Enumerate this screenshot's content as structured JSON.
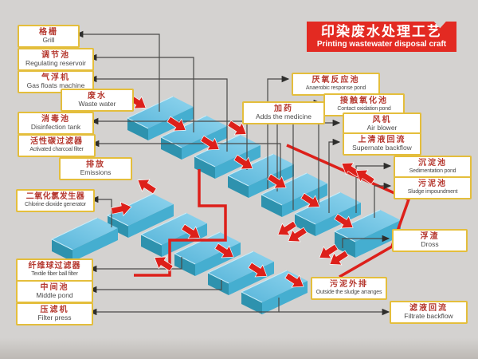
{
  "title": {
    "zh": "印染废水处理工艺",
    "en": "Printing wastewater disposal craft"
  },
  "labels": {
    "grill": {
      "zh": "格栅",
      "en": "Grill"
    },
    "regulating": {
      "zh": "调节池",
      "en": "Regulating reservoir"
    },
    "gasfloats": {
      "zh": "气浮机",
      "en": "Gas floats machine"
    },
    "wastewater": {
      "zh": "废水",
      "en": "Waste water"
    },
    "disinfection": {
      "zh": "消毒池",
      "en": "Disinfection tank"
    },
    "charcoal": {
      "zh": "活性碳过滤器",
      "en": "Activated charcoal filter"
    },
    "emissions": {
      "zh": "排放",
      "en": "Emissions"
    },
    "chlorine": {
      "zh": "二氧化氯发生器",
      "en": "Chlorine dioxide generator"
    },
    "fiberball": {
      "zh": "纤维球过滤器",
      "en": "Textile fiber ball filter"
    },
    "middlepond": {
      "zh": "中间池",
      "en": "Middle pond"
    },
    "filterpress": {
      "zh": "压滤机",
      "en": "Filter press"
    },
    "addsmedicine": {
      "zh": "加药",
      "en": "Adds the medicine"
    },
    "anaerobic": {
      "zh": "厌氧反应池",
      "en": "Anaerobic response pond"
    },
    "contactox": {
      "zh": "接触氧化池",
      "en": "Contact oxidation pond"
    },
    "airblower": {
      "zh": "风机",
      "en": "Air blower"
    },
    "supernate": {
      "zh": "上清液回流",
      "en": "Supernate backflow"
    },
    "sedimentation": {
      "zh": "沉淀池",
      "en": "Sedimentation pond"
    },
    "sludgeimp": {
      "zh": "污泥池",
      "en": "Sludge impoundment"
    },
    "dross": {
      "zh": "浮渣",
      "en": "Dross"
    },
    "sludgearr": {
      "zh": "污泥外排",
      "en": "Outside the sludge arranges"
    },
    "filtrate": {
      "zh": "滤液回流",
      "en": "Filtrate backflow"
    }
  },
  "colors": {
    "background": "#d4d2d0",
    "banner_red": "#e32a22",
    "flow_red": "#dd201a",
    "label_border": "#e4be3c",
    "label_zh_text": "#b5382f",
    "label_en_text": "#4a4a4a",
    "box_top": "#74c6e6",
    "box_left_face": "#2e92ae",
    "box_right_face": "#45aed0",
    "connector_line": "#4a4a48"
  }
}
